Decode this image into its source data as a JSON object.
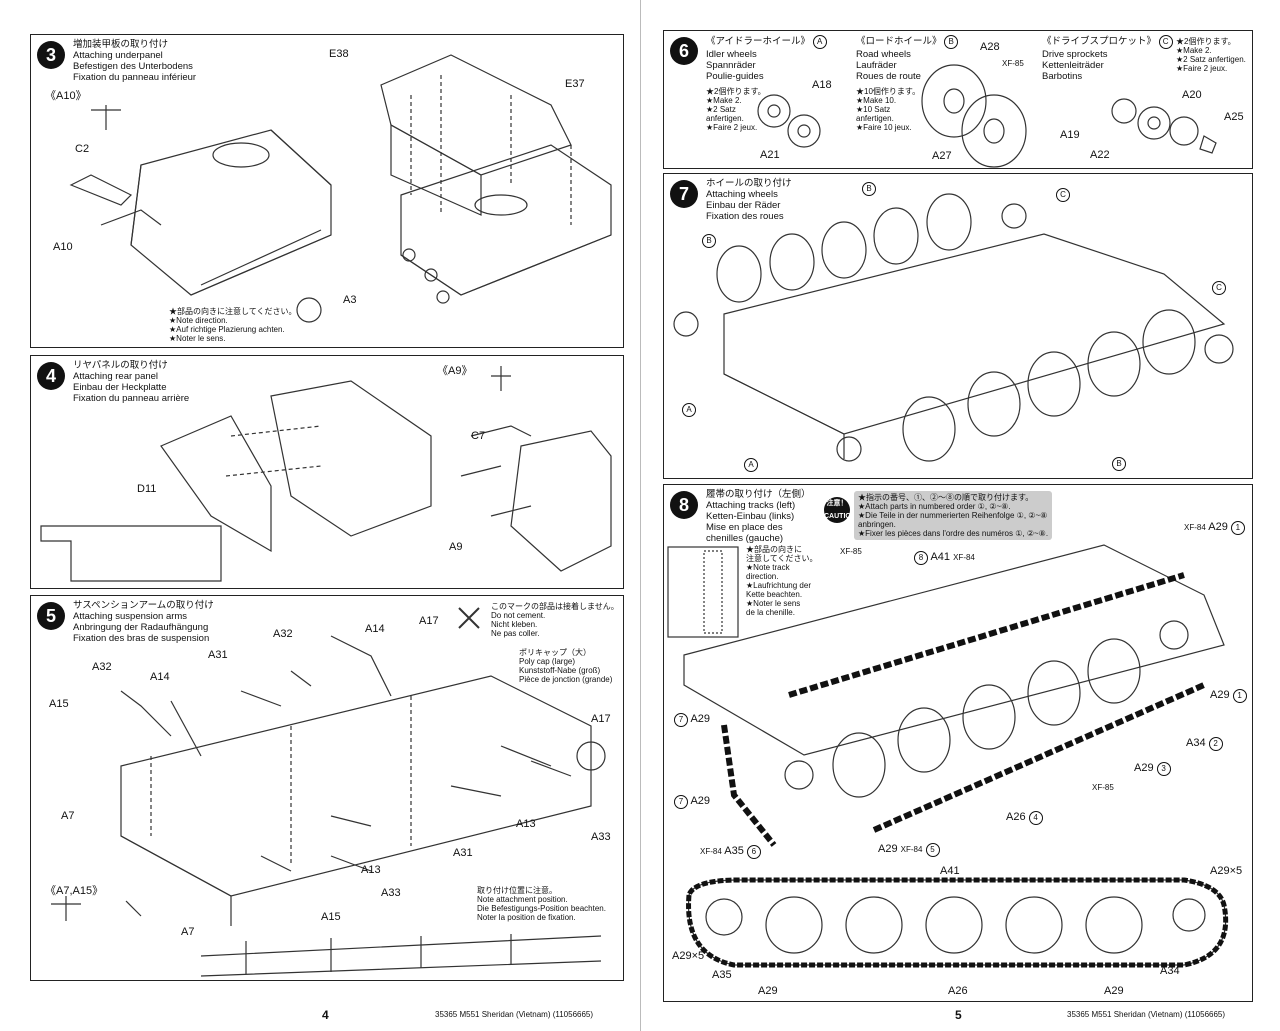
{
  "left_page": {
    "page_number": "4",
    "footer": "35365  M551 Sheridan (Vietnam)  (11056665)",
    "step3": {
      "number": "3",
      "titles": [
        "増加装甲板の取り付け",
        "Attaching underpanel",
        "Befestigen des Unterbodens",
        "Fixation du panneau inférieur"
      ],
      "callouts": {
        "a10_box": "《A10》",
        "c2": "C2",
        "a10": "A10",
        "e38": "E38",
        "e37": "E37",
        "a3": "A3"
      },
      "note": [
        "★部品の向きに注意してください。",
        "★Note direction.",
        "★Auf richtige Plazierung achten.",
        "★Noter le sens."
      ]
    },
    "step4": {
      "number": "4",
      "titles": [
        "リヤパネルの取り付け",
        "Attaching rear panel",
        "Einbau der Heckplatte",
        "Fixation du panneau arrière"
      ],
      "callouts": {
        "a9_box": "《A9》",
        "c7": "C7",
        "d11": "D11",
        "a9": "A9"
      }
    },
    "step5": {
      "number": "5",
      "titles": [
        "サスペンションアームの取り付け",
        "Attaching suspension arms",
        "Anbringung der Radaufhängung",
        "Fixation des bras de suspension"
      ],
      "cement_note": [
        "このマークの部品は接着しません。",
        "Do not cement.",
        "Nicht kleben.",
        "Ne pas coller."
      ],
      "polycap_note": [
        "ポリキャップ（大）",
        "Poly cap (large)",
        "Kunststoff-Nabe (groß)",
        "Pièce de jonction (grande)"
      ],
      "attach_note": [
        "取り付け位置に注意。",
        "Note attachment position.",
        "Die Befestigungs-Position beachten.",
        "Noter la position de fixation."
      ],
      "callouts": {
        "a32_top": "A32",
        "a14_top": "A14",
        "a17_top": "A17",
        "a31_top": "A31",
        "a32_left": "A32",
        "a14_left": "A14",
        "a15": "A15",
        "a7": "A7",
        "a17_right": "A17",
        "a13_right": "A13",
        "a33_right": "A33",
        "a31_bottom": "A31",
        "a13_bottom": "A13",
        "a33_bottom": "A33",
        "a15_bottom": "A15",
        "a7_bottom": "A7",
        "a7a15_box": "《A7,A15》"
      }
    }
  },
  "right_page": {
    "page_number": "5",
    "footer": "35365  M551 Sheridan (Vietnam)  (11056665)",
    "step6": {
      "number": "6",
      "idler": {
        "ja": "《アイドラーホイール》",
        "mark": "A",
        "lines": [
          "Idler wheels",
          "Spannräder",
          "Poulie-guides"
        ],
        "qty": [
          "★2個作ります。",
          "★Make 2.",
          "★2 Satz",
          "anfertigen.",
          "★Faire 2 jeux."
        ],
        "parts": {
          "a18": "A18",
          "a21": "A21"
        }
      },
      "road": {
        "ja": "《ロードホイール》",
        "mark": "B",
        "lines": [
          "Road wheels",
          "Laufräder",
          "Roues de route"
        ],
        "qty": [
          "★10個作ります。",
          "★Make 10.",
          "★10 Satz",
          "anfertigen.",
          "★Faire 10 jeux."
        ],
        "parts": {
          "a28": "A28",
          "xf85": "XF-85",
          "a27": "A27"
        }
      },
      "sprocket": {
        "ja": "《ドライブスプロケット》",
        "mark": "C",
        "lines": [
          "Drive sprockets",
          "Kettenleiträder",
          "Barbotins"
        ],
        "qty": [
          "★2個作ります。",
          "★Make 2.",
          "★2 Satz anfertigen.",
          "★Faire 2 jeux."
        ],
        "parts": {
          "a19": "A19",
          "a20": "A20",
          "a22": "A22",
          "a25": "A25"
        }
      }
    },
    "step7": {
      "number": "7",
      "titles": [
        "ホイールの取り付け",
        "Attaching wheels",
        "Einbau der Räder",
        "Fixation des roues"
      ],
      "marks": {
        "b": "B",
        "c": "C",
        "a": "A"
      }
    },
    "step8": {
      "number": "8",
      "titles": [
        "履帯の取り付け（左側）",
        "Attaching tracks (left)",
        "Ketten-Einbau (links)",
        "Mise en place des",
        "chenilles (gauche)"
      ],
      "caution_label": "注意！ CAUTION",
      "caution": [
        "★指示の番号、①、②～⑧の順で取り付けます。",
        "★Attach parts in numbered order ①, ②~⑧.",
        "★Die Teile in der nummerierten Reihenfolge ①, ②~⑧",
        "anbringen.",
        "★Fixer les pièces dans l'ordre des numéros ①, ②~⑧."
      ],
      "direction_note": [
        "★部品の向きに",
        "注意してください。",
        "★Note track",
        "direction.",
        "★Laufrichtung der",
        "Kette beachten.",
        "★Noter le sens",
        "de la chenille."
      ],
      "callouts": {
        "xf85_a": "XF-85",
        "a41": "A41",
        "xf84": "XF-84",
        "a29": "A29",
        "a34": "A34",
        "a26": "A26",
        "a35": "A35",
        "xf85_b": "XF-85",
        "a41_bottom": "A41",
        "a29x5": "A29×5",
        "a35_bottom": "A35",
        "a34_bottom": "A34",
        "a29_bottom": "A29",
        "a26_bottom": "A26"
      },
      "sequence": [
        "1",
        "2",
        "3",
        "4",
        "5",
        "6",
        "7",
        "8"
      ]
    }
  }
}
